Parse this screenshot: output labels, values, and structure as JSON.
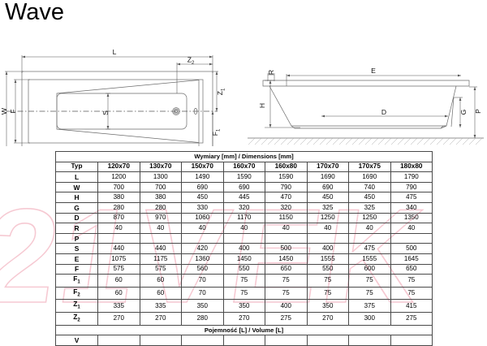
{
  "title": "Wave",
  "watermark": {
    "text": "21VEK",
    "color": "#f6c9d2"
  },
  "drawings": {
    "plan_view": {
      "name": "bathtub-plan-view",
      "labels": {
        "length": "L",
        "width": "W",
        "foot_offset": "F",
        "seat": "S",
        "z_top": "Z",
        "z_top_sub": "2",
        "z_side": "Z",
        "z_side_sub": "1",
        "f1": "F",
        "f1_sub": "1",
        "f2": "F",
        "f2_sub": "2"
      }
    },
    "section_view": {
      "name": "bathtub-section-view",
      "labels": {
        "rim": "R",
        "height": "H",
        "edge_length": "E",
        "base_length": "D",
        "base_height": "G",
        "total_height": "P"
      }
    }
  },
  "table": {
    "dimensions_banner": "Wymiary [mm] / Dimensions [mm]",
    "volume_banner": "Pojemność [L] / Volume [L]",
    "type_label": "Typ",
    "columns": [
      "120x70",
      "130x70",
      "150x70",
      "160x70",
      "160x80",
      "170x70",
      "170x75",
      "180x80"
    ],
    "rows": [
      {
        "label": "L",
        "sub": "",
        "values": [
          "1200",
          "1300",
          "1490",
          "1590",
          "1590",
          "1690",
          "1690",
          "1790"
        ]
      },
      {
        "label": "W",
        "sub": "",
        "values": [
          "700",
          "700",
          "690",
          "690",
          "790",
          "690",
          "740",
          "790"
        ]
      },
      {
        "label": "H",
        "sub": "",
        "values": [
          "380",
          "380",
          "450",
          "445",
          "470",
          "450",
          "450",
          "475"
        ]
      },
      {
        "label": "G",
        "sub": "",
        "values": [
          "280",
          "280",
          "330",
          "320",
          "320",
          "325",
          "325",
          "340"
        ]
      },
      {
        "label": "D",
        "sub": "",
        "values": [
          "870",
          "970",
          "1060",
          "1170",
          "1150",
          "1250",
          "1250",
          "1350"
        ]
      },
      {
        "label": "R",
        "sub": "",
        "values": [
          "40",
          "40",
          "40",
          "40",
          "40",
          "40",
          "40",
          "40"
        ]
      },
      {
        "label": "P",
        "sub": "",
        "values": [
          "",
          "",
          "",
          "",
          "",
          "",
          "",
          ""
        ]
      },
      {
        "label": "S",
        "sub": "",
        "values": [
          "440",
          "440",
          "420",
          "400",
          "500",
          "400",
          "475",
          "500"
        ]
      },
      {
        "label": "E",
        "sub": "",
        "values": [
          "1075",
          "1175",
          "1360",
          "1450",
          "1450",
          "1555",
          "1555",
          "1645"
        ]
      },
      {
        "label": "F",
        "sub": "",
        "values": [
          "575",
          "575",
          "560",
          "550",
          "650",
          "550",
          "600",
          "650"
        ]
      },
      {
        "label": "F",
        "sub": "1",
        "values": [
          "60",
          "60",
          "70",
          "75",
          "75",
          "75",
          "75",
          "75"
        ]
      },
      {
        "label": "F",
        "sub": "2",
        "values": [
          "60",
          "60",
          "70",
          "75",
          "75",
          "75",
          "75",
          "75"
        ]
      },
      {
        "label": "Z",
        "sub": "1",
        "values": [
          "335",
          "335",
          "350",
          "350",
          "400",
          "350",
          "375",
          "415"
        ]
      },
      {
        "label": "Z",
        "sub": "2",
        "values": [
          "270",
          "270",
          "280",
          "270",
          "275",
          "270",
          "300",
          "275"
        ]
      }
    ],
    "volume_rows": [
      {
        "label": "V",
        "sub": "",
        "values": [
          "",
          "",
          "",
          "",
          "",
          "",
          "",
          ""
        ]
      }
    ]
  }
}
